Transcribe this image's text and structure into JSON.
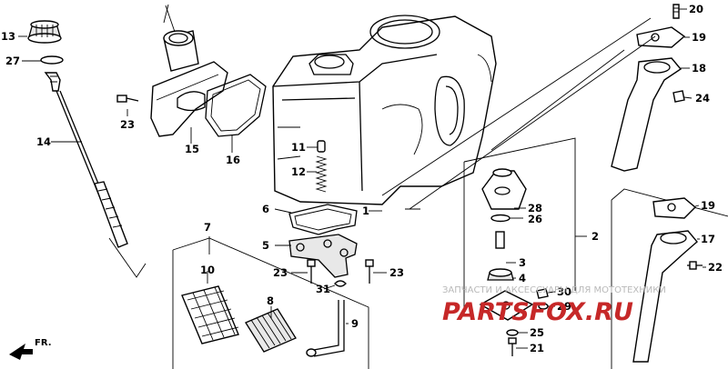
{
  "callouts": {
    "n1": "1",
    "n2": "2",
    "n3": "3",
    "n4": "4",
    "n5": "5",
    "n6": "6",
    "n7": "7",
    "n8": "8",
    "n9": "9",
    "n10": "10",
    "n11": "11",
    "n12": "12",
    "n13": "13",
    "n14": "14",
    "n15": "15",
    "n16": "16",
    "n17": "17",
    "n18": "18",
    "n19": "19",
    "n20": "20",
    "n21": "21",
    "n22": "22",
    "n23": "23",
    "n24": "24",
    "n25": "25",
    "n26": "26",
    "n27": "27",
    "n28": "28",
    "n29": "29",
    "n30": "30",
    "n31": "31"
  },
  "front_label": "FR.",
  "watermark": {
    "top_text": "ЗАПЧАСТИ И АКСЕССУАРЫ ДЛЯ МОТОТЕХНИКИ",
    "logo_text": "PARTSFOX.RU"
  },
  "colors": {
    "line": "#000000",
    "watermark_red": "#c62828",
    "watermark_grey": "#b9b9b9"
  }
}
